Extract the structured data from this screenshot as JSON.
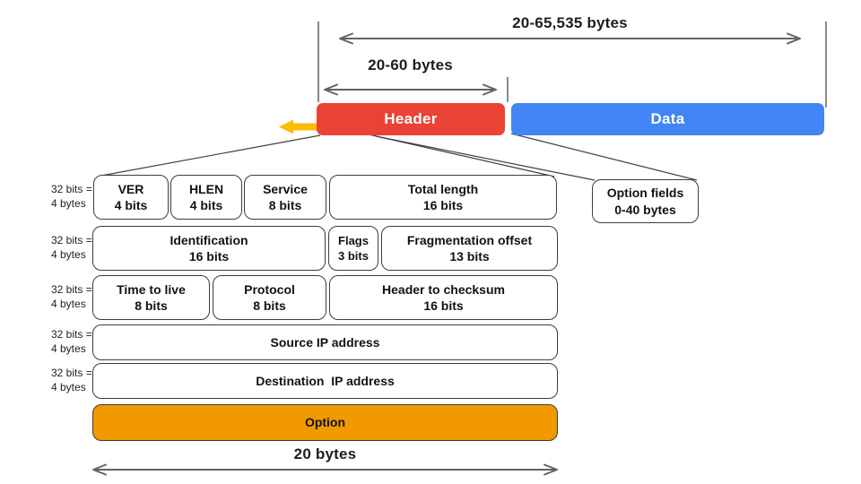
{
  "top": {
    "total_range_label": "20-65,535 bytes",
    "header_range_label": "20-60 bytes"
  },
  "packet": {
    "header": "Header",
    "data": "Data"
  },
  "option_fields_box": "Option fields\n0-40 bytes",
  "rows": [
    {
      "side_label": "32 bits =\n4 bytes",
      "cells": [
        "VER\n4 bits",
        "HLEN\n4 bits",
        "Service\n8 bits",
        "Total length\n16 bits"
      ]
    },
    {
      "side_label": "32 bits =\n4 bytes",
      "cells": [
        "Identification\n16 bits",
        "Flags\n3 bits",
        "Fragmentation offset\n13 bits"
      ]
    },
    {
      "side_label": "32 bits =\n4 bytes",
      "cells": [
        "Time to live\n8 bits",
        "Protocol\n8 bits",
        "Header to checksum\n16 bits"
      ]
    },
    {
      "side_label": "32 bits =\n4 bytes",
      "cells": [
        "Source IP address"
      ]
    },
    {
      "side_label": "32 bits =\n4 bytes",
      "cells": [
        "Destination  IP address"
      ]
    }
  ],
  "option_row": "Option",
  "bottom_size_label": "20 bytes",
  "colors": {
    "header_red": "#EA4335",
    "data_blue": "#4285F4",
    "pointer_yellow": "#FBBC04",
    "option_orange": "#F29900",
    "dimension_gray": "#5F6368",
    "connector_dark": "#3C4043"
  }
}
